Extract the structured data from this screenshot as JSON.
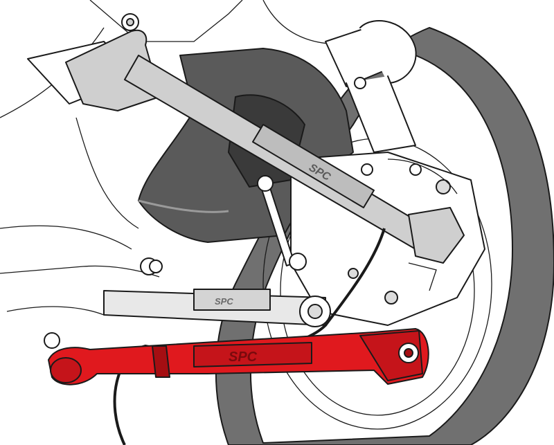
{
  "illustration": {
    "upper_link_logo": "SPC",
    "middle_link_logo": "SPC",
    "lower_arm_logo": "SPC"
  },
  "colors": {
    "highlight_part": "#e0191e",
    "highlight_shade": "#a50e12",
    "upper_link": "#cfcfcf",
    "knuckle_casting": "#5a5a5a",
    "tire": "#707070",
    "outline": "#1a1a1a",
    "background": "#ffffff"
  },
  "icons": [
    "suspension-diagram",
    "tire-icon",
    "rotor-icon",
    "bolt-icon",
    "adjustable-arm-icon"
  ]
}
